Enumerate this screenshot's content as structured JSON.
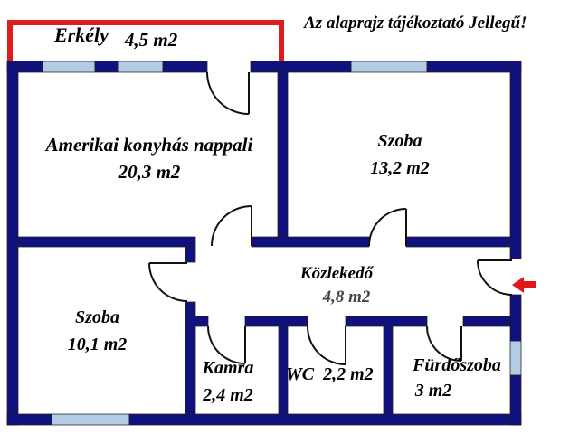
{
  "disclaimer": "Az alaprajz tájékoztató Jellegű!",
  "rooms": [
    {
      "name": "Erkély",
      "area": "4,5 m2"
    },
    {
      "name": "Amerikai konyhás nappali",
      "area": "20,3 m2"
    },
    {
      "name": "Szoba",
      "area": "13,2 m2"
    },
    {
      "name": "Közlekedő",
      "area": "4,8 m2"
    },
    {
      "name": "Szoba",
      "area": "10,1 m2"
    },
    {
      "name": "Kamra",
      "area": "2,4 m2"
    },
    {
      "name": "WC",
      "area": "2,2 m2"
    },
    {
      "name": "Fürdőszoba",
      "area": "3 m2"
    }
  ],
  "icons": {
    "entrance_arrow": "left-arrow"
  },
  "colors": {
    "wall": "#10107e",
    "window": "#b3cce6",
    "balcony": "#dd1c1c",
    "arrow": "#e11818",
    "door_line": "#111111",
    "text": "#000000",
    "text_muted": "#45454d"
  }
}
